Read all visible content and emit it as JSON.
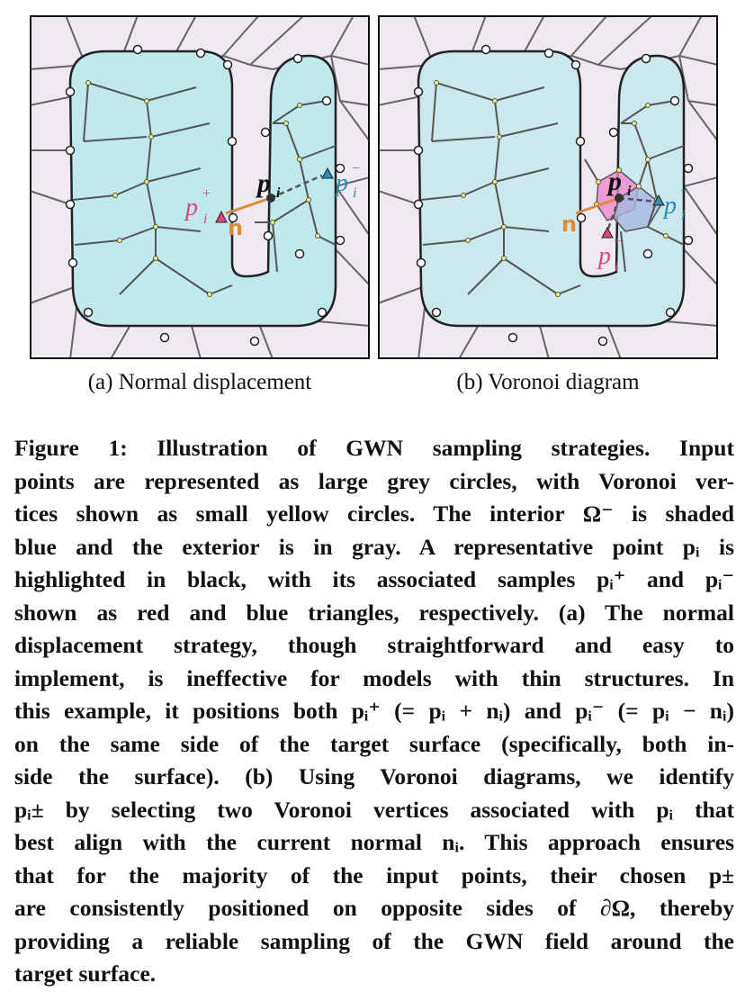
{
  "panels": {
    "a": {
      "caption": "(a) Normal displacement",
      "label_pi": "p",
      "label_i": "i",
      "label_plus": "+",
      "label_minus": "−",
      "label_n": "n"
    },
    "b": {
      "caption": "(b) Voronoi diagram",
      "label_pi": "p",
      "label_i": "i",
      "label_plus": "+",
      "label_minus": "−",
      "label_n": "n"
    }
  },
  "colors": {
    "interior_a": "#bfe9ec",
    "interior_b": "#cbe8ee",
    "exterior": "#efe9f1",
    "edge": "#666666",
    "outline": "#222222",
    "point_fill": "#ffffff",
    "vertex_fill": "#f3f07a",
    "representative": "#333333",
    "plus": "#e0457b",
    "minus": "#2b8fb0",
    "normal": "#e08a3c",
    "pink_cell": "#ee88cc",
    "blue_cell": "#a9b6e3"
  },
  "caption_lines": [
    "Figure 1: Illustration of GWN sampling strategies. Input",
    "points are represented as large grey circles, with Voronoi ver-",
    "tices shown as small yellow circles. The interior Ω⁻ is shaded",
    "blue and the exterior is in gray. A representative point pᵢ is",
    "highlighted in black, with its associated samples pᵢ⁺ and pᵢ⁻",
    "shown as red and blue triangles, respectively. (a) The normal",
    "displacement strategy, though straightforward and easy to",
    "implement, is ineffective for models with thin structures. In",
    "this example, it positions both pᵢ⁺ (= pᵢ + nᵢ) and pᵢ⁻ (= pᵢ − nᵢ)",
    "on the same side of the target surface (specifically, both in-",
    "side the surface). (b) Using Voronoi diagrams, we identify",
    "pᵢ± by selecting two Voronoi vertices associated with pᵢ that",
    "best align with the current normal nᵢ. This approach ensures",
    "that for the majority of the input points, their chosen p±",
    "are consistently positioned on opposite sides of ∂Ω, thereby",
    "providing a reliable sampling of the GWN field around the",
    "target surface."
  ]
}
